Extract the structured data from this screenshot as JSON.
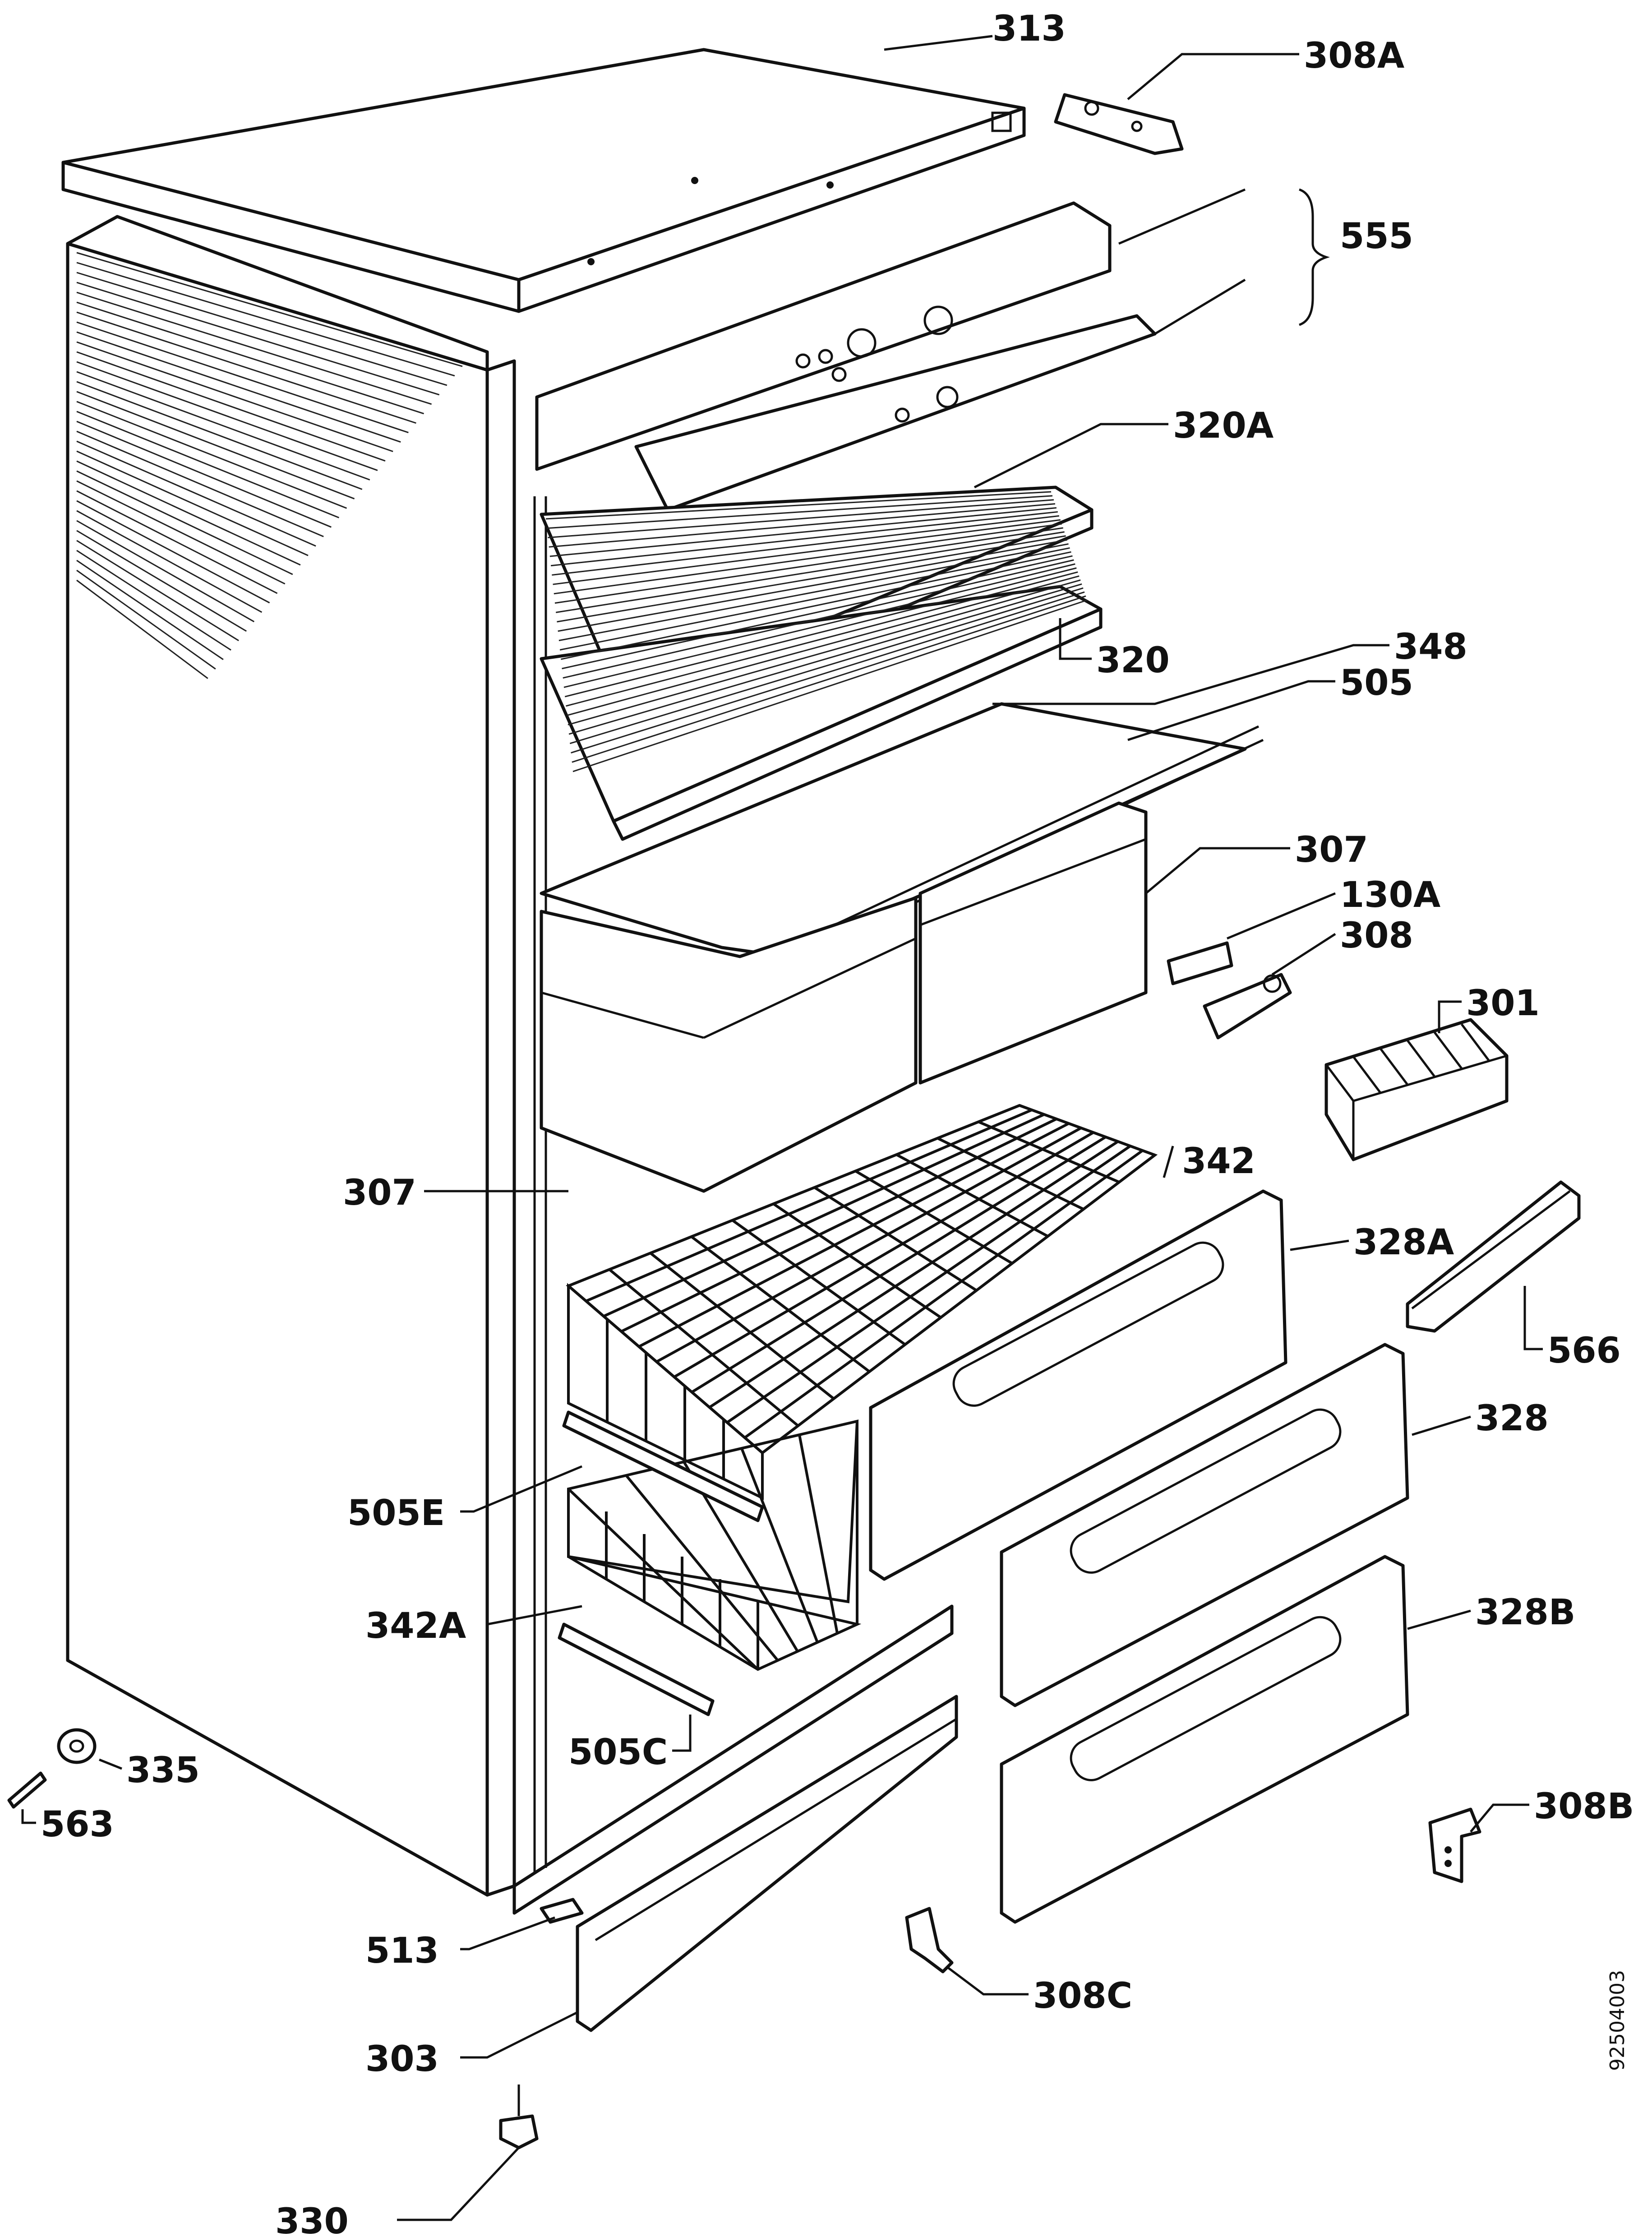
{
  "colors": {
    "ink": "#111111",
    "paper": "#ffffff"
  },
  "document_number": "92504003",
  "callouts": {
    "c313": "313",
    "c308A": "308A",
    "c555": "555",
    "c320A": "320A",
    "c320": "320",
    "c348": "348",
    "c505": "505",
    "c307_right": "307",
    "c130A": "130A",
    "c308": "308",
    "c301": "301",
    "c307_left": "307",
    "c342": "342",
    "c328A": "328A",
    "c566": "566",
    "c328": "328",
    "c505E": "505E",
    "c342A": "342A",
    "c328B": "328B",
    "c505C": "505C",
    "c335": "335",
    "c563": "563",
    "c308B": "308B",
    "c513": "513",
    "c303": "303",
    "c308C": "308C",
    "c330": "330"
  }
}
